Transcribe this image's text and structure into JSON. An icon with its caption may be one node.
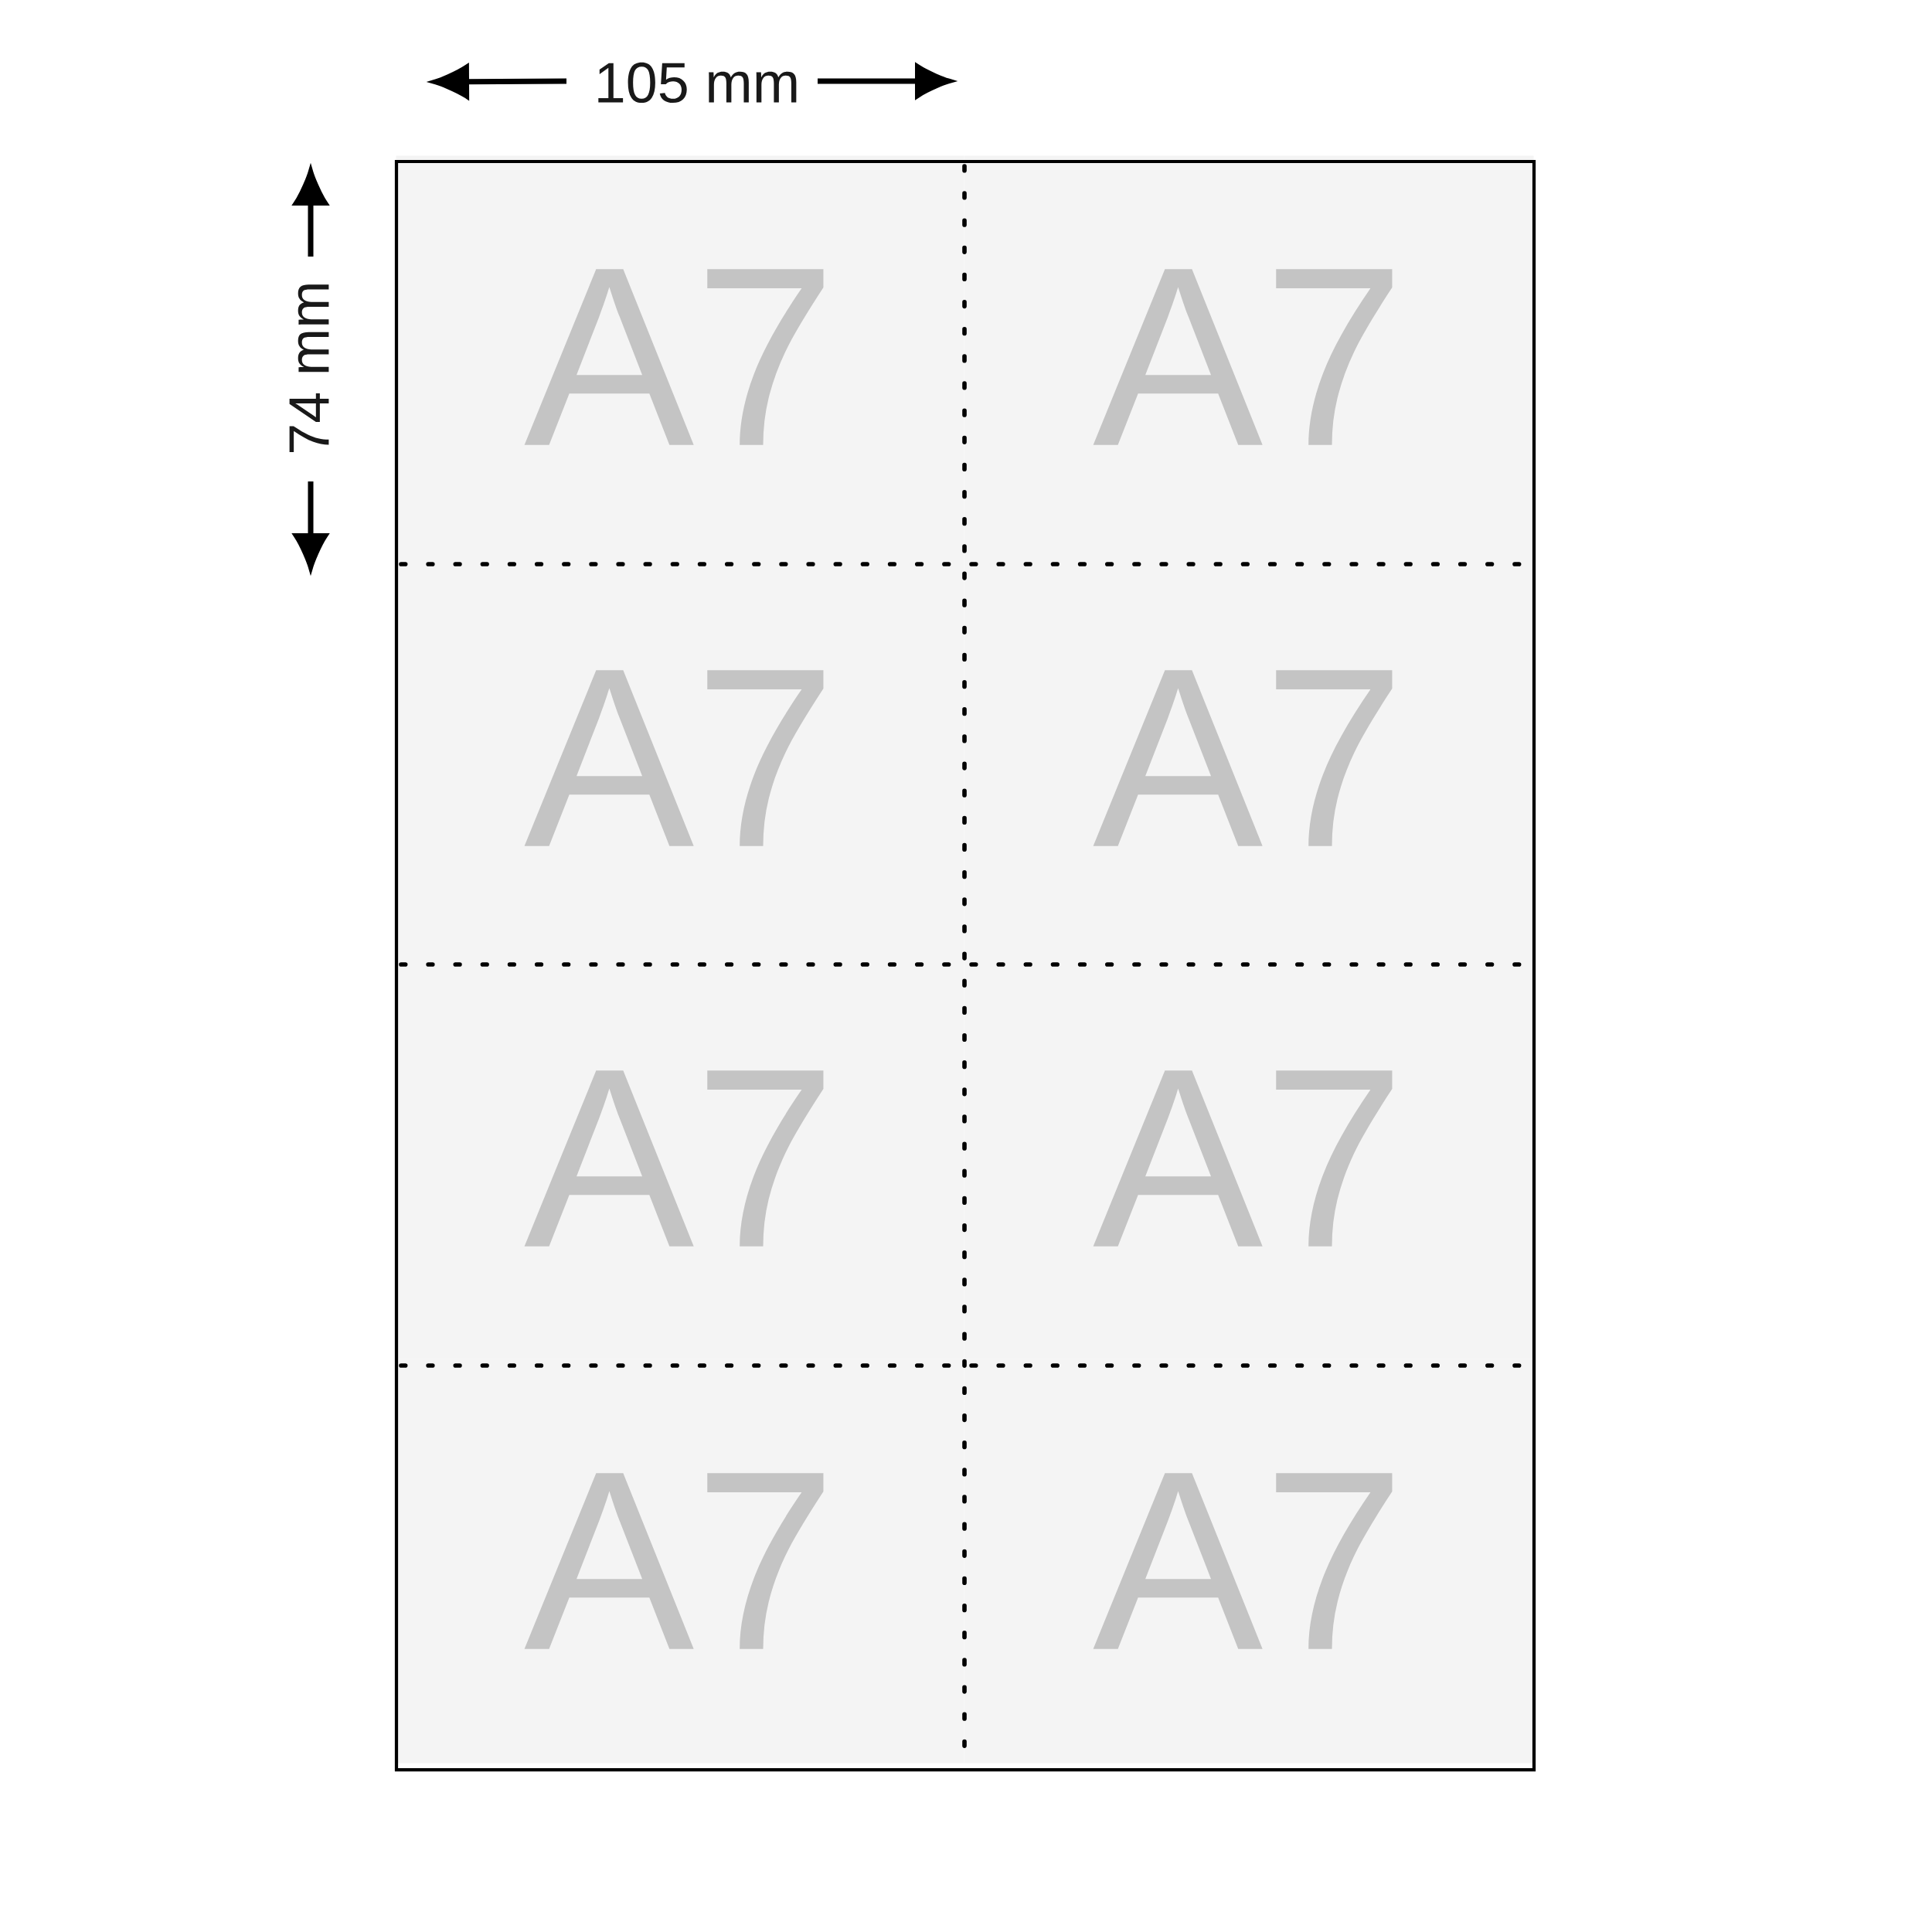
{
  "diagram": {
    "nodes": [
      {
        "text": [
          "A7"
        ]
      },
      {
        "text": [
          "A7"
        ]
      },
      {
        "text": [
          "A7"
        ]
      },
      {
        "text": [
          "A7"
        ]
      },
      {
        "text": [
          "A7"
        ]
      },
      {
        "text": [
          "A7"
        ]
      },
      {
        "text": [
          "A7"
        ]
      },
      {
        "text": [
          "A7"
        ]
      }
    ],
    "labels": [
      "105 mm",
      "74 mm"
    ]
  }
}
